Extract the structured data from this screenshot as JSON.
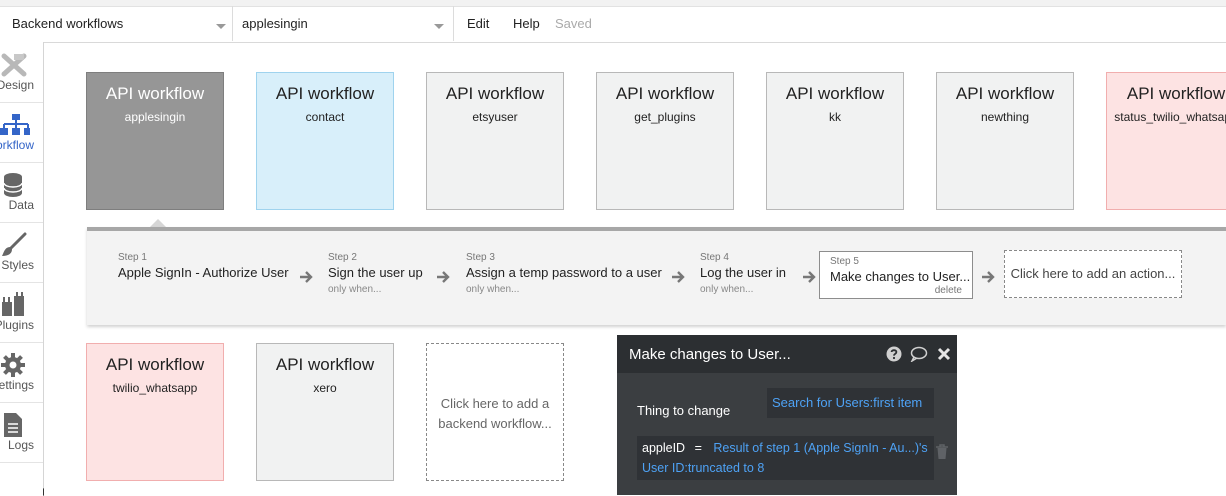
{
  "topbar": {
    "page_dropdown": "Backend workflows",
    "workflow_dropdown": "applesingin",
    "menu_edit": "Edit",
    "menu_help": "Help",
    "status": "Saved"
  },
  "sidebar": {
    "items": [
      {
        "label": "Design",
        "icon": "design-icon"
      },
      {
        "label": "Workflow",
        "icon": "workflow-icon",
        "active": true
      },
      {
        "label": "Data",
        "icon": "database-icon"
      },
      {
        "label": "Styles",
        "icon": "brush-icon"
      },
      {
        "label": "Plugins",
        "icon": "plugin-icon"
      },
      {
        "label": "Settings",
        "icon": "gear-icon"
      },
      {
        "label": "Logs",
        "icon": "document-icon"
      }
    ]
  },
  "workflows": [
    {
      "type": "API workflow",
      "name": "applesingin",
      "state": "selected"
    },
    {
      "type": "API workflow",
      "name": "contact",
      "state": "blue"
    },
    {
      "type": "API workflow",
      "name": "etsyuser",
      "state": "normal"
    },
    {
      "type": "API workflow",
      "name": "get_plugins",
      "state": "normal"
    },
    {
      "type": "API workflow",
      "name": "kk",
      "state": "normal"
    },
    {
      "type": "API workflow",
      "name": "newthing",
      "state": "normal"
    },
    {
      "type": "API workflow",
      "name": "status_twilio_whatsapp",
      "state": "pink"
    },
    {
      "type": "API workflow",
      "name": "twilio_whatsapp",
      "state": "pink"
    },
    {
      "type": "API workflow",
      "name": "xero",
      "state": "normal"
    }
  ],
  "add_workflow": {
    "line1": "Click here to add a",
    "line2": "backend workflow..."
  },
  "steps": [
    {
      "step": "Step 1",
      "label": "Apple SignIn - Authorize User",
      "condition": ""
    },
    {
      "step": "Step 2",
      "label": "Sign the user up",
      "condition": "only when..."
    },
    {
      "step": "Step 3",
      "label": "Assign a temp password to a user",
      "condition": "only when..."
    },
    {
      "step": "Step 4",
      "label": "Log the user in",
      "condition": "only when..."
    },
    {
      "step": "Step 5",
      "label": "Make changes to User...",
      "condition": "",
      "delete": "delete"
    }
  ],
  "add_action": "Click here to add an action...",
  "panel": {
    "title": "Make changes to User...",
    "thing_label": "Thing to change",
    "thing_value": "Search for Users:first item",
    "field_key": "appleID",
    "field_op": "=",
    "field_value_1": "Result of step 1 (Apple SignIn - Au...)'s",
    "field_value_2": "User ID:truncated to 8"
  },
  "colors": {
    "accent": "#3465c8",
    "link": "#4ea2f5",
    "selected_card": "#969696",
    "blue_card": "#d8effa",
    "pink_card": "#fde3e3"
  }
}
